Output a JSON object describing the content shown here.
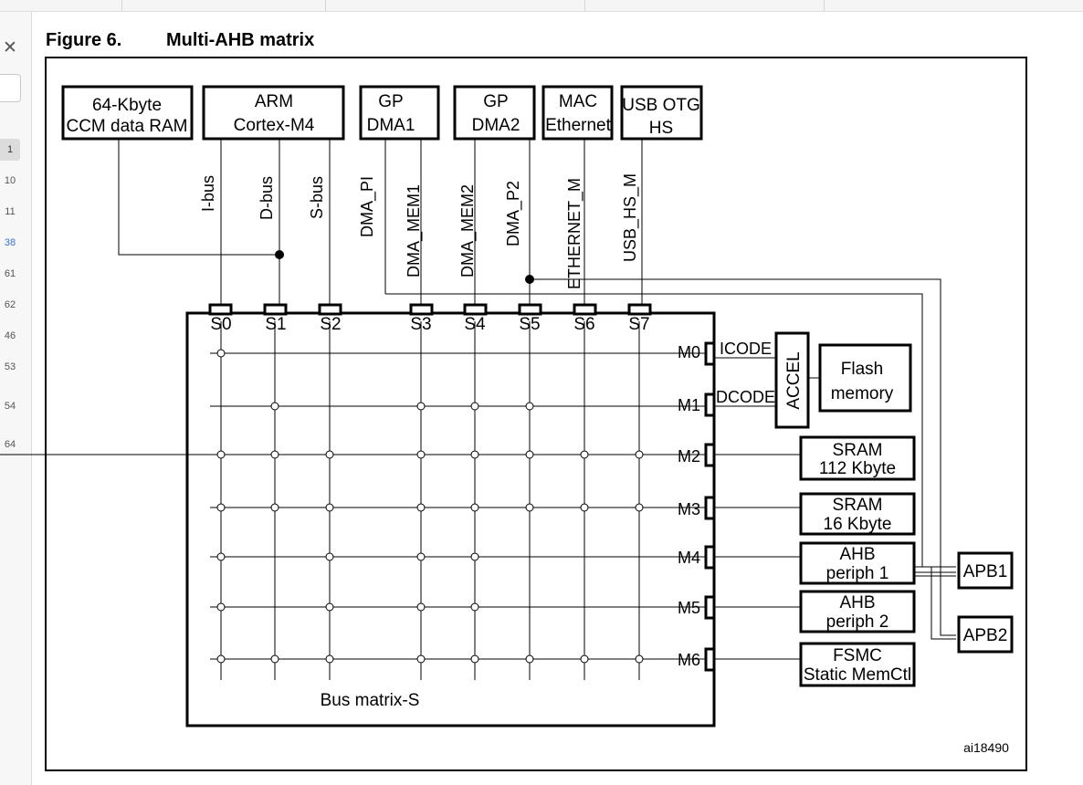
{
  "figure": {
    "number": "Figure 6.",
    "title": "Multi-AHB matrix",
    "id_code": "ai18490"
  },
  "masters": [
    {
      "line1": "64-Kbyte",
      "line2": "CCM data RAM"
    },
    {
      "line1": "ARM",
      "line2": "Cortex-M4"
    },
    {
      "line1": "GP",
      "line2": "DMA1"
    },
    {
      "line1": "GP",
      "line2": "DMA2"
    },
    {
      "line1": "MAC",
      "line2": "Ethernet"
    },
    {
      "line1": "USB OTG",
      "line2": "HS"
    }
  ],
  "buses": [
    "I-bus",
    "D-bus",
    "S-bus",
    "DMA_PI",
    "DMA_MEM1",
    "DMA_MEM2",
    "DMA_P2",
    "ETHERNET_M",
    "USB_HS_M"
  ],
  "slave_ports": [
    "S0",
    "S1",
    "S2",
    "S3",
    "S4",
    "S5",
    "S6",
    "S7"
  ],
  "master_ports": [
    "M0",
    "M1",
    "M2",
    "M3",
    "M4",
    "M5",
    "M6"
  ],
  "matrix_label": "Bus matrix-S",
  "code_buses": [
    "ICODE",
    "DCODE"
  ],
  "accel_label": "ACCEL",
  "slaves": [
    {
      "line1": "Flash",
      "line2": "memory"
    },
    {
      "line1": "SRAM",
      "line2": "112 Kbyte"
    },
    {
      "line1": "SRAM",
      "line2": "16 Kbyte"
    },
    {
      "line1": "AHB",
      "line2": "periph 1"
    },
    {
      "line1": "AHB",
      "line2": "periph 2"
    },
    {
      "line1": "FSMC",
      "line2": "Static MemCtl"
    }
  ],
  "apb": [
    "APB1",
    "APB2"
  ],
  "sidebar": {
    "page_numbers": [
      "1",
      "10",
      "11",
      "38",
      "61",
      "62",
      "46",
      "53",
      "54",
      "64"
    ]
  }
}
